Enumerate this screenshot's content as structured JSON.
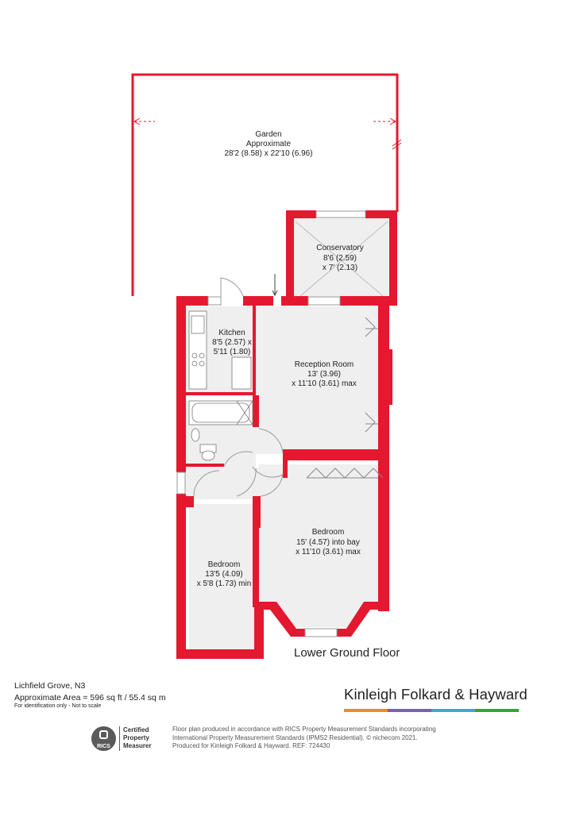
{
  "colors": {
    "wall": "#e4182f",
    "floor": "#efefef",
    "line": "#888888"
  },
  "rooms": {
    "garden": {
      "name": "Garden",
      "note": "Approximate",
      "size": "28'2 (8.58) x 22'10 (6.96)"
    },
    "conservatory": {
      "name": "Conservatory",
      "size1": "8'6 (2.59)",
      "size2": "x 7' (2.13)"
    },
    "kitchen": {
      "name": "Kitchen",
      "size1": "8'5 (2.57) x",
      "size2": "5'11 (1.80)"
    },
    "reception": {
      "name": "Reception Room",
      "size1": "13' (3.96)",
      "size2": "x 11'10 (3.61) max"
    },
    "bedroom_main": {
      "name": "Bedroom",
      "size1": "15' (4.57) into bay",
      "size2": "x 11'10 (3.61) max"
    },
    "bedroom_small": {
      "name": "Bedroom",
      "size1": "13'5 (4.09)",
      "size2": "x 5'8 (1.73) min"
    }
  },
  "floor_label": "Lower Ground Floor",
  "address": "Lichfield Grove, N3",
  "area": "Approximate Area = 596 sq ft / 55.4 sq m",
  "disclaimer": "For identification only - Not to scale",
  "brand": {
    "name": "Kinleigh Folkard & Hayward",
    "stripe_colors": [
      "#f28a1e",
      "#7b62a8",
      "#2fb2c8",
      "#3aa13c"
    ]
  },
  "rics": {
    "mark": "RICS",
    "line1": "Certified",
    "line2": "Property",
    "line3": "Measurer"
  },
  "legal": {
    "line1": "Floor plan produced in accordance with RICS Property Measurement Standards incorporating",
    "line2": "International Property Measurement Standards (IPMS2 Residential). © nichecom 2021.",
    "line3": "Produced for Kinleigh Folkard & Hayward.   REF: 724430"
  }
}
